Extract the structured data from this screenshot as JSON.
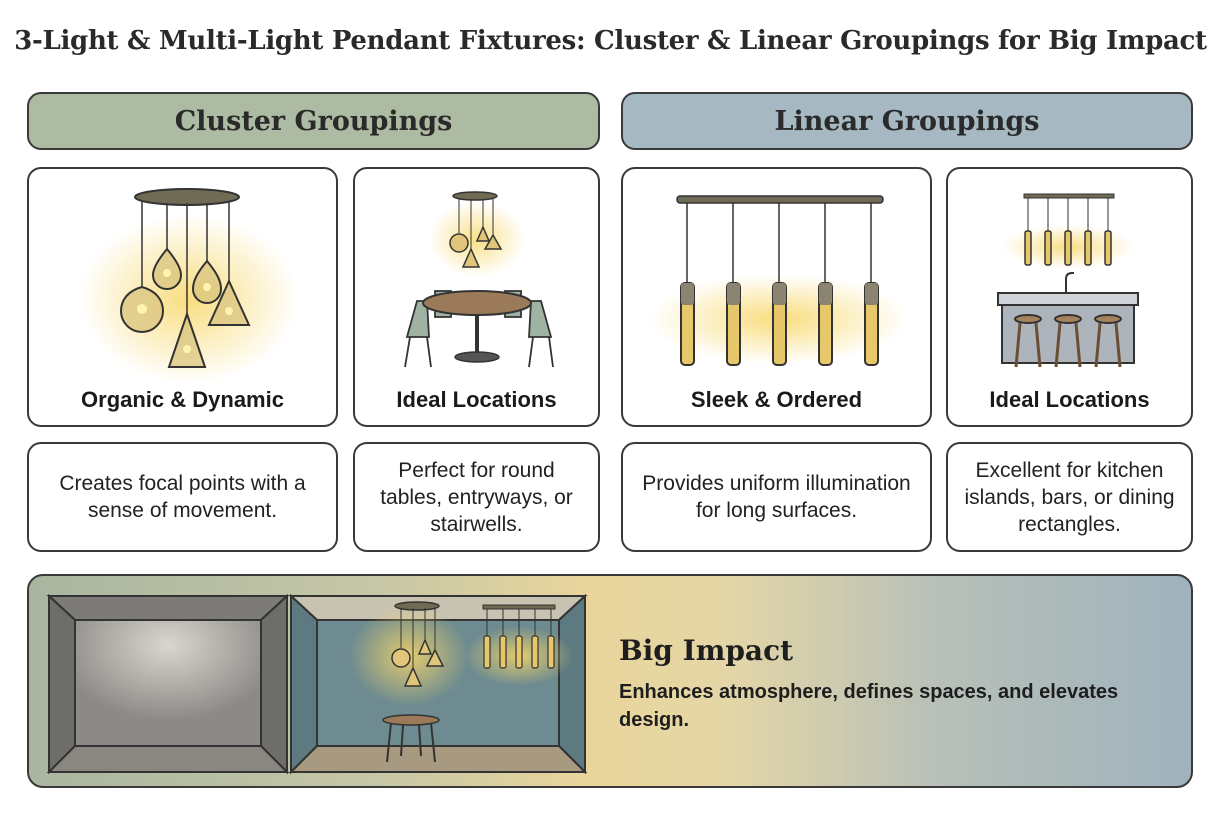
{
  "title": "3-Light & Multi-Light Pendant Fixtures: Cluster & Linear Groupings for Big Impact",
  "sections": {
    "cluster": "Cluster Groupings",
    "linear": "Linear Groupings"
  },
  "cards": [
    {
      "label": "Organic & Dynamic",
      "description": "Creates focal points with a sense of movement."
    },
    {
      "label": "Ideal Locations",
      "description": "Perfect for round tables, entryways, or stairwells."
    },
    {
      "label": "Sleek & Ordered",
      "description": "Provides uniform illumination for long surfaces."
    },
    {
      "label": "Ideal Locations",
      "description": "Excellent for kitchen islands, bars, or dining rectangles."
    }
  ],
  "impact": {
    "title": "Big Impact",
    "text": "Enhances atmosphere, defines spaces, and elevates design."
  },
  "colors": {
    "cluster_band": "#aebba3",
    "linear_band": "#a6b9c3",
    "glow": "#f6d267",
    "outline": "#3a3a3a"
  }
}
